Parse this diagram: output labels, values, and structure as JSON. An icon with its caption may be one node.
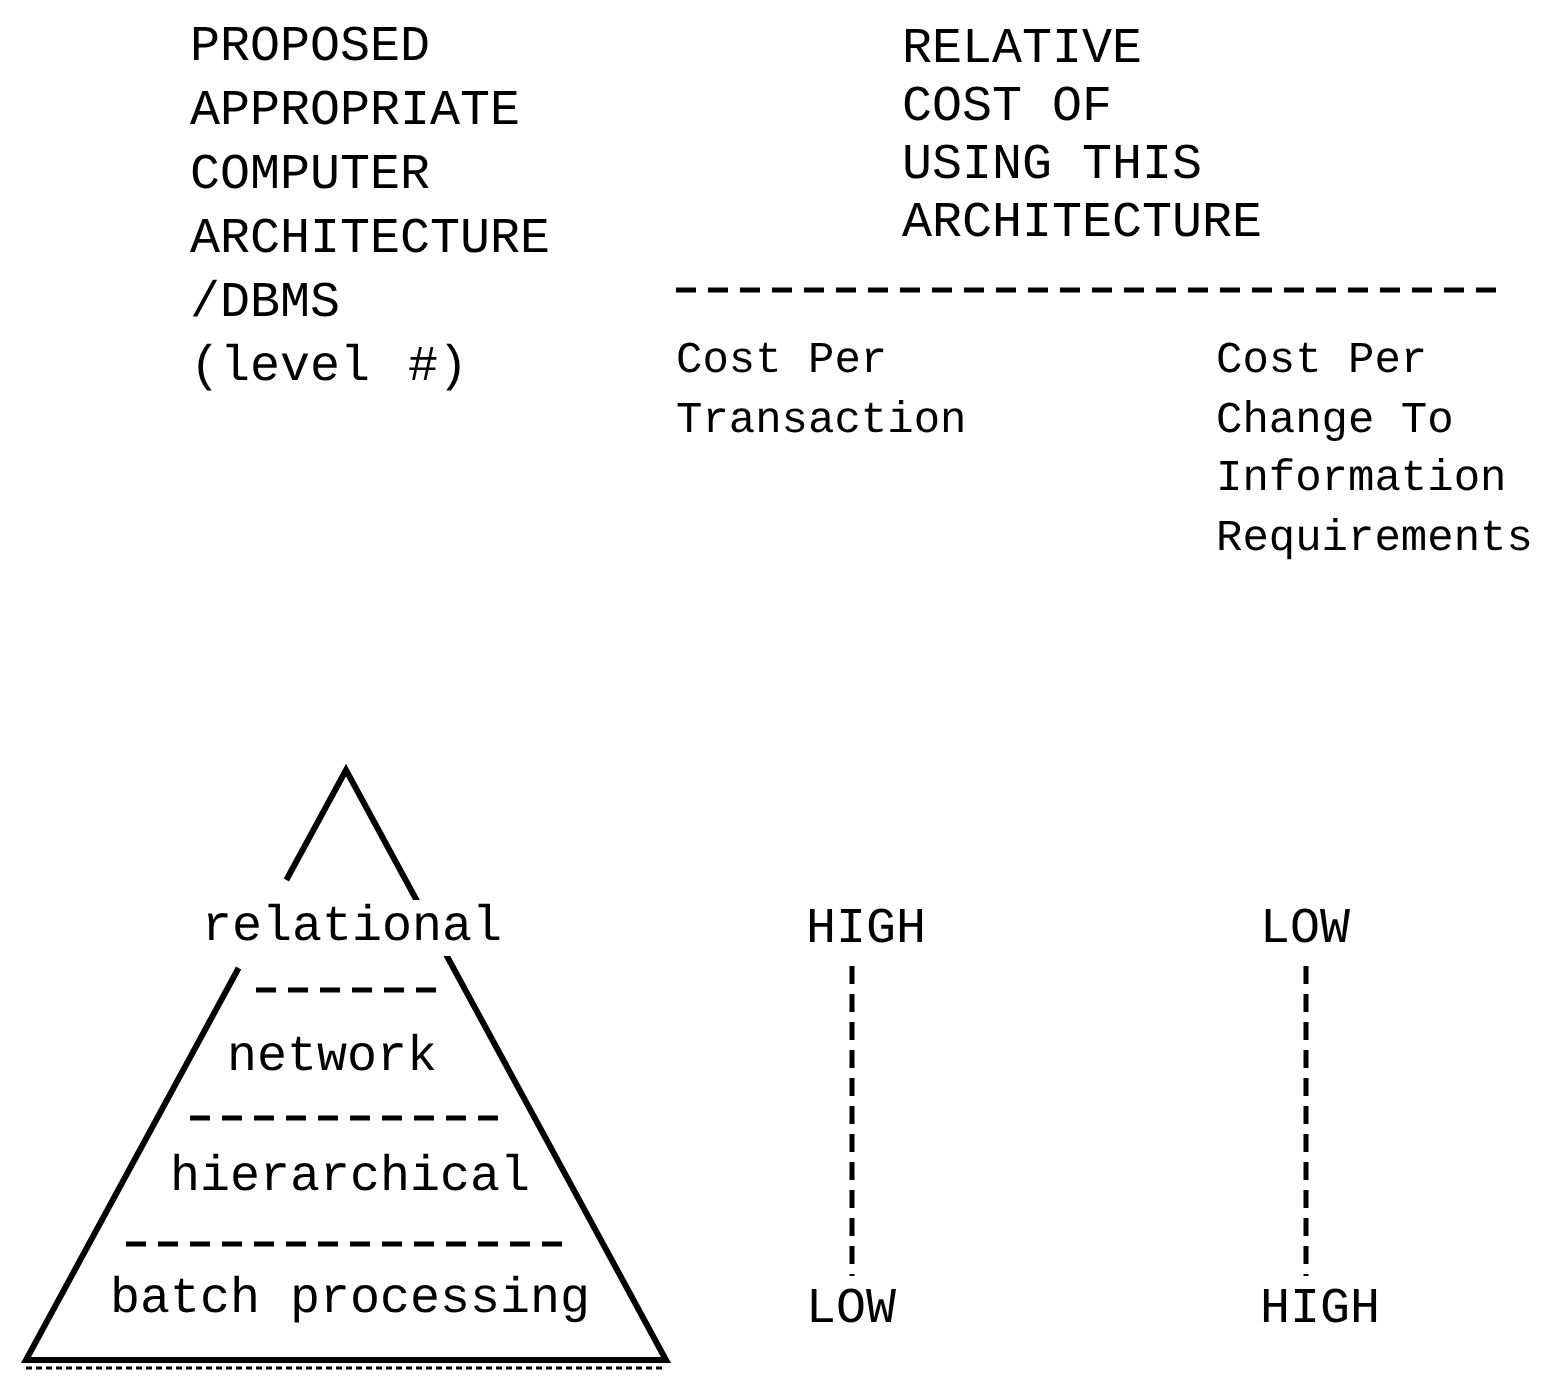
{
  "diagram": {
    "nodes": [
      {
        "text": [
          "relational",
          "network",
          "hierarchical",
          "batch processing"
        ]
      },
      {
        "text": [
          "HIGH"
        ]
      },
      {
        "text": [
          "LOW"
        ]
      },
      {
        "text": [
          "LOW"
        ]
      },
      {
        "text": [
          "HIGH"
        ]
      }
    ],
    "edges": [
      {
        "from": 1,
        "to": 2,
        "arrow": "none",
        "style": "dashed"
      },
      {
        "from": 3,
        "to": 4,
        "arrow": "none",
        "style": "dashed"
      }
    ],
    "labels": [
      "PROPOSED APPROPRIATE COMPUTER ARCHITECTURE /DBMS (level #)",
      "RELATIVE COST OF USING THIS ARCHITECTURE",
      "Cost Per Transaction",
      "Cost Per Change To Information Requirements"
    ]
  }
}
